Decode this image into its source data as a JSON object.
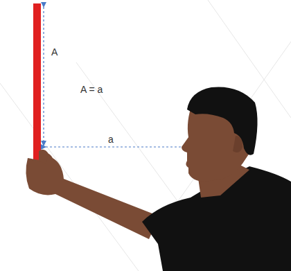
{
  "diagram": {
    "labels": [
      "A",
      "A = a",
      "a"
    ]
  }
}
